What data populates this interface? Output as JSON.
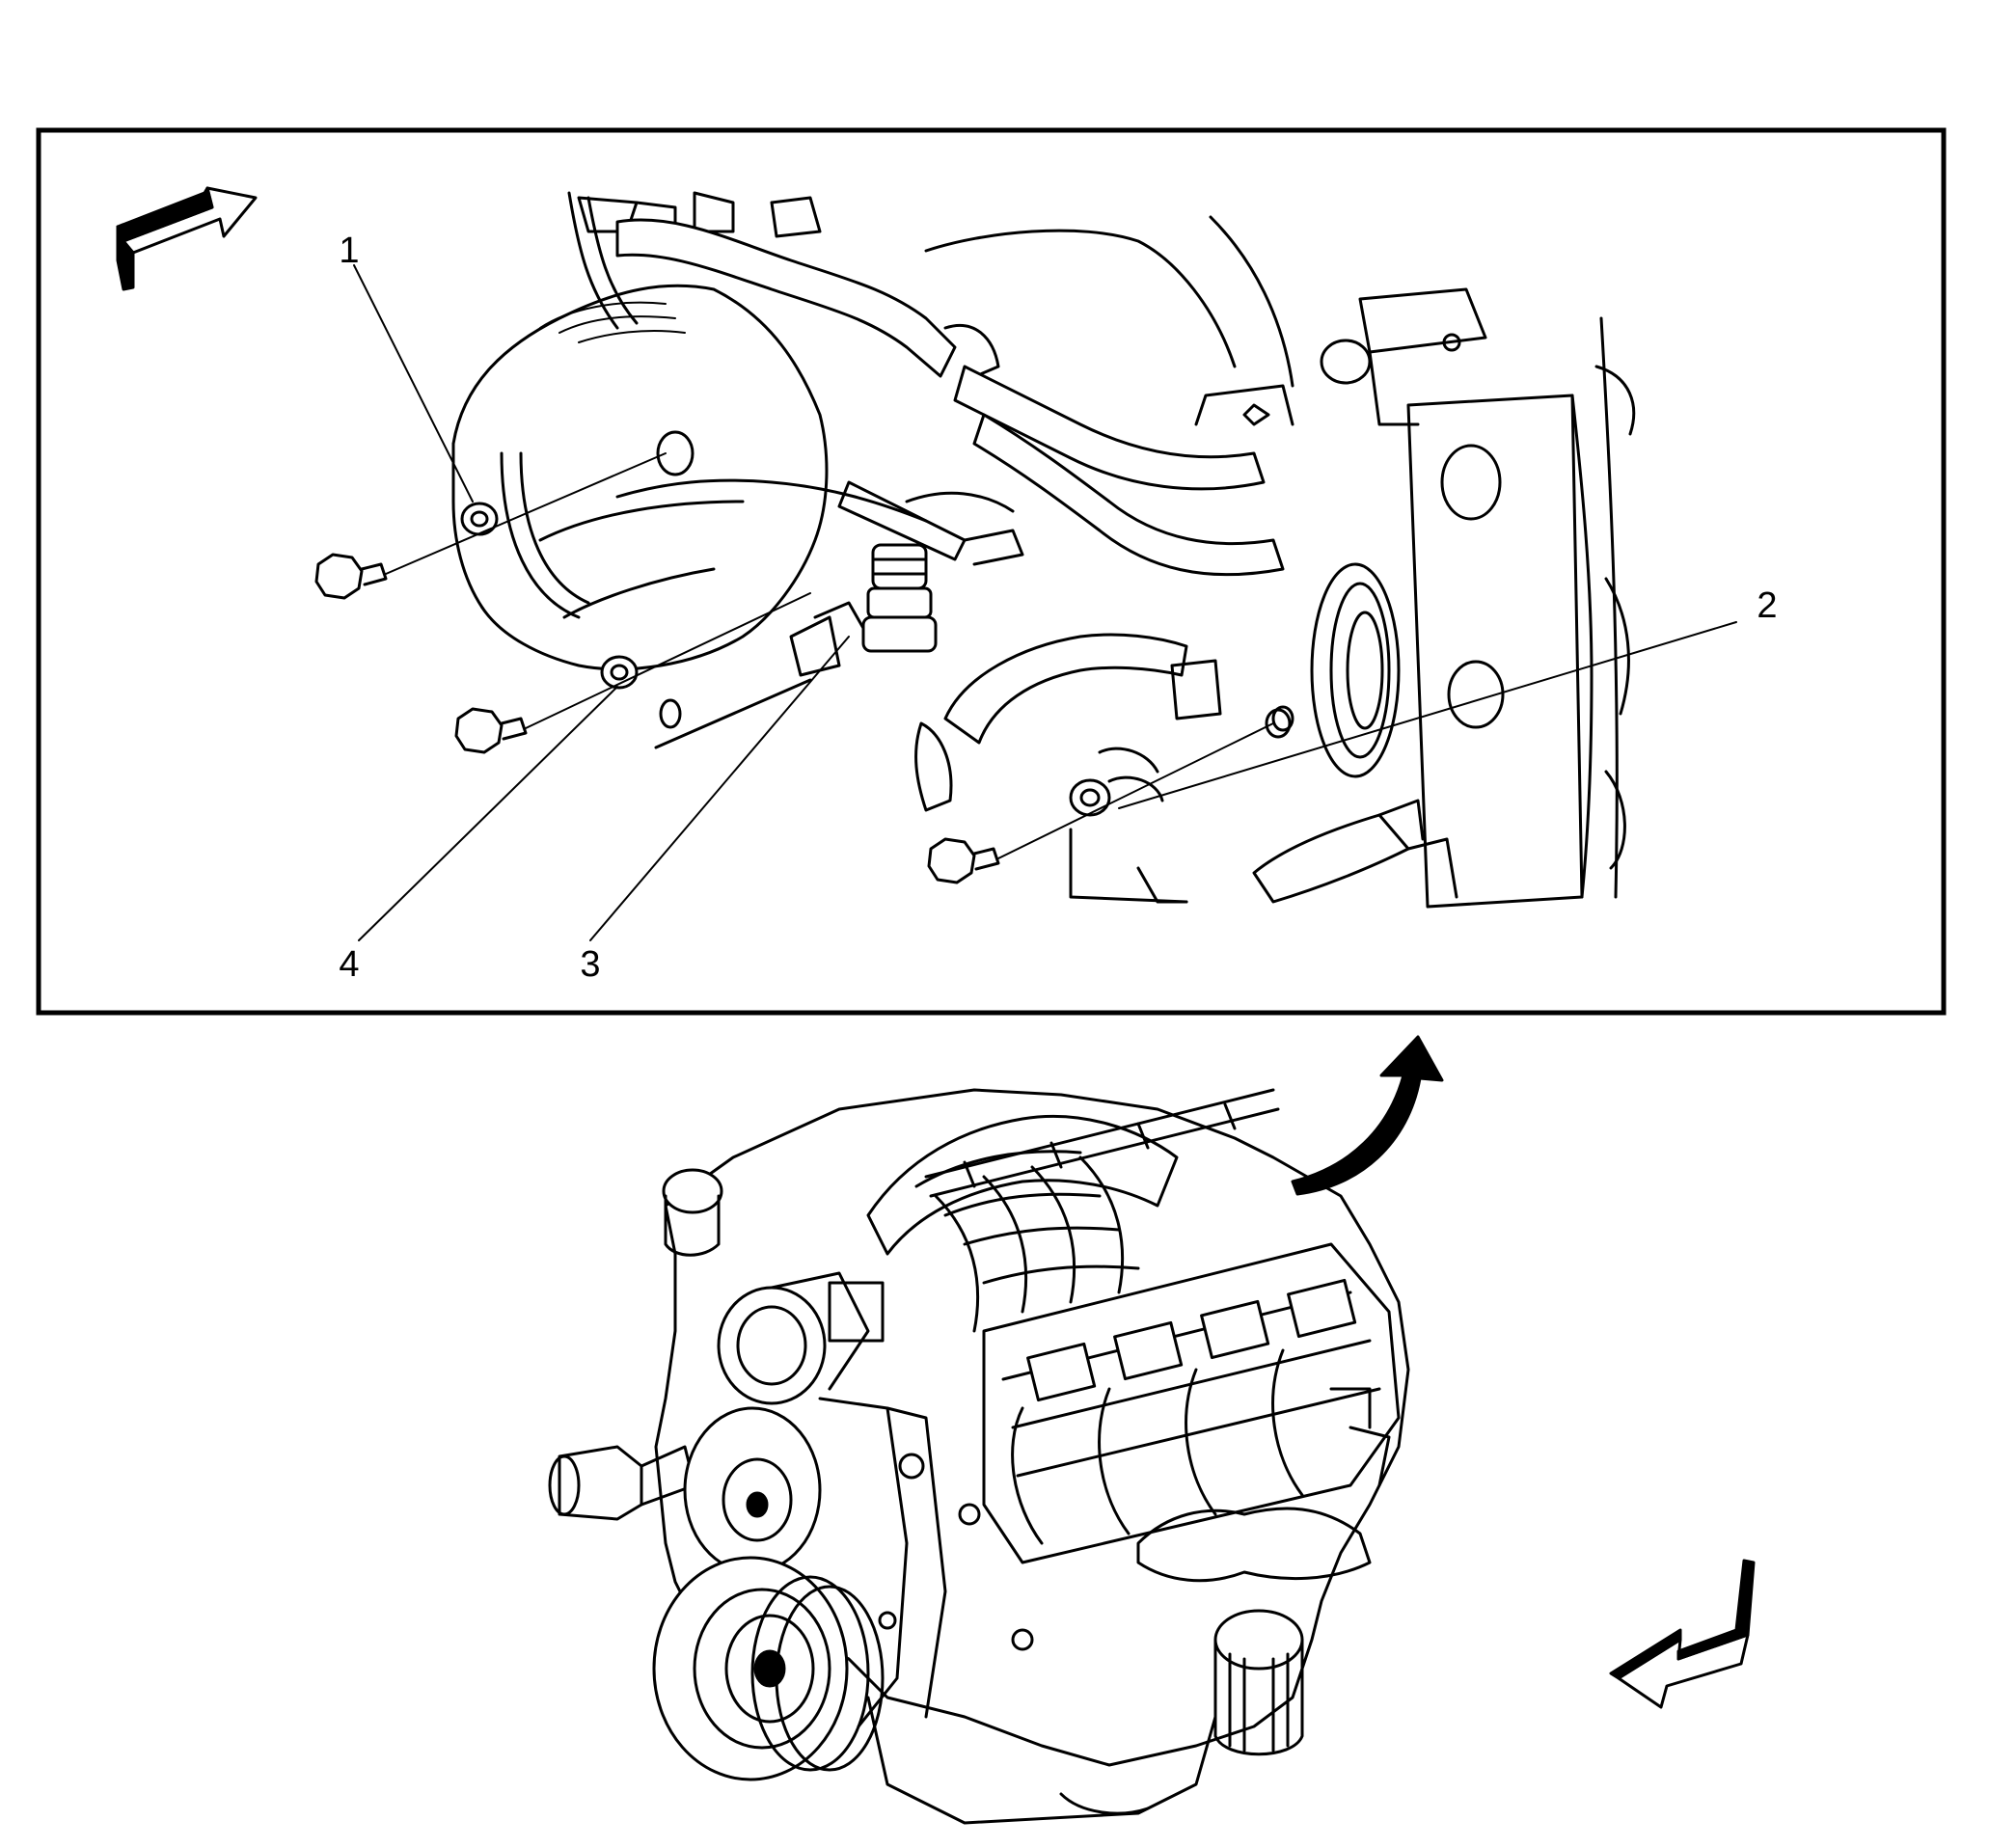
{
  "callouts": [
    {
      "id": "1",
      "text": "1"
    },
    {
      "id": "2",
      "text": "2"
    },
    {
      "id": "3",
      "text": "3"
    },
    {
      "id": "4",
      "text": "4"
    }
  ],
  "icons": {
    "view_arrow_top": "direction-arrow-icon",
    "view_arrow_bottom": "direction-arrow-icon",
    "zoom_arrow": "curved-arrow-icon"
  },
  "colors": {
    "line": "#000000",
    "background": "#ffffff"
  }
}
